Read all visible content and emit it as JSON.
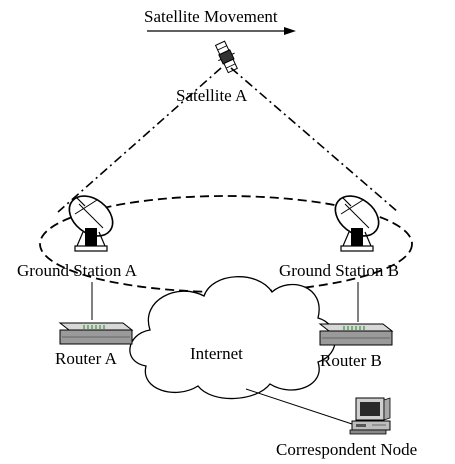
{
  "labels": {
    "satellite_movement": "Satellite Movement",
    "satellite_a": "Satellite A",
    "ground_station_a": "Ground Station A",
    "ground_station_b": "Ground Station B",
    "router_a": "Router A",
    "router_b": "Router B",
    "internet": "Internet",
    "correspondent_node": "Correspondent Node"
  },
  "colors": {
    "line": "#000000",
    "background": "#ffffff"
  }
}
